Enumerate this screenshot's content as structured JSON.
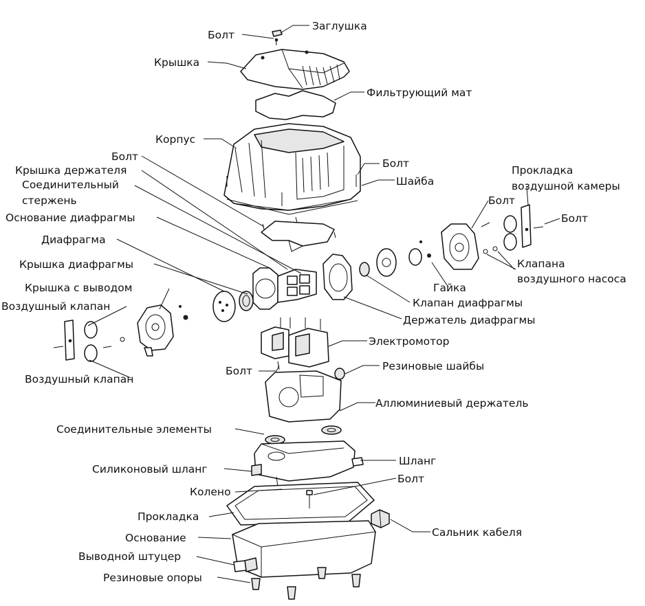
{
  "labels": {
    "zaglushka": "Заглушка",
    "bolt_top": "Болт",
    "kryshka": "Крышка",
    "filter_mat": "Фильтрующий мат",
    "korpus": "Корпус",
    "bolt_left1": "Болт",
    "holder_cover": "Крышка держателя",
    "rod_line1": "Соединительный",
    "rod_line2": "стержень",
    "diaphragm_base": "Основание диафрагмы",
    "diaphragm": "Диафрагма",
    "diaphragm_cover": "Крышка диафрагмы",
    "outlet_cover": "Крышка с выводом",
    "air_valve1": "Воздушный клапан",
    "air_valve2": "Воздушный клапан",
    "bolt_right1": "Болт",
    "washer": "Шайба",
    "gasket_line1": "Прокладка",
    "gasket_line2": "воздушной камеры",
    "bolt_right2": "Болт",
    "bolt_right3": "Болт",
    "pump_valve_line1": "Клапана",
    "pump_valve_line2": "воздушного насоса",
    "nut": "Гайка",
    "diaphragm_valve": "Клапан диафрагмы",
    "diaphragm_holder": "Держатель диафрагмы",
    "motor": "Электромотор",
    "bolt_mid": "Болт",
    "rubber_washers": "Резиновые шайбы",
    "al_holder": "Аллюминиевый держатель",
    "connectors": "Соединительные элементы",
    "silicone_hose": "Силиконовый шланг",
    "hose": "Шланг",
    "bolt_low": "Болт",
    "elbow": "Колено",
    "gasket": "Прокладка",
    "base": "Основание",
    "cable_gland": "Сальник кабеля",
    "outlet_fitting": "Выводной штуцер",
    "rubber_feet": "Резиновые опоры"
  }
}
